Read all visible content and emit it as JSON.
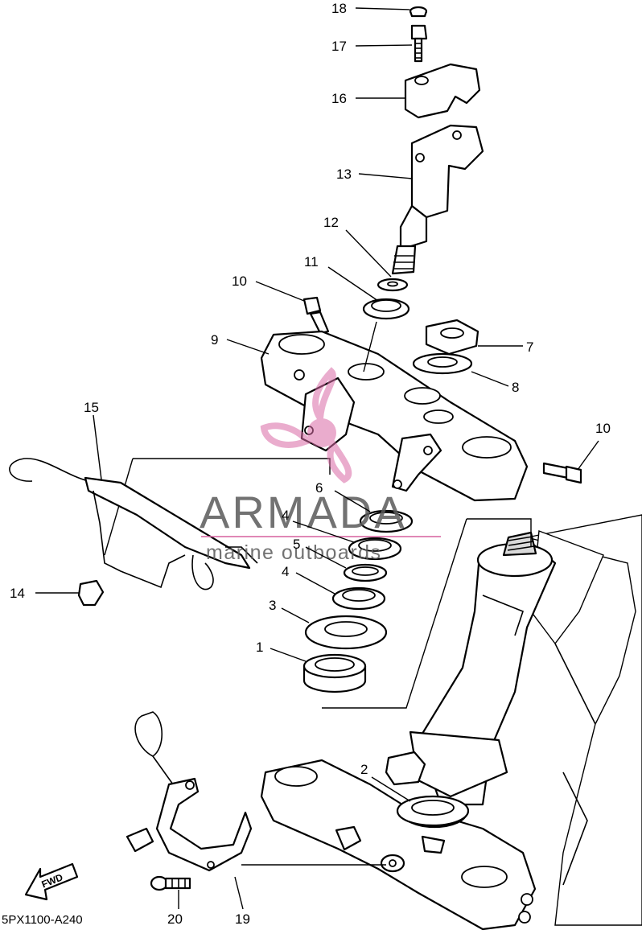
{
  "diagram": {
    "reference_code": "5PX1100-A240",
    "direction_label": "FWD",
    "callouts": [
      "18",
      "17",
      "16",
      "13",
      "12",
      "11",
      "10",
      "9",
      "7",
      "8",
      "15",
      "10",
      "6",
      "4",
      "5",
      "4",
      "14",
      "3",
      "1",
      "2",
      "19",
      "20"
    ]
  },
  "watermark": {
    "brand": "ARMADA",
    "tagline": "marine outboards",
    "accent_color": "#d96aa5"
  }
}
